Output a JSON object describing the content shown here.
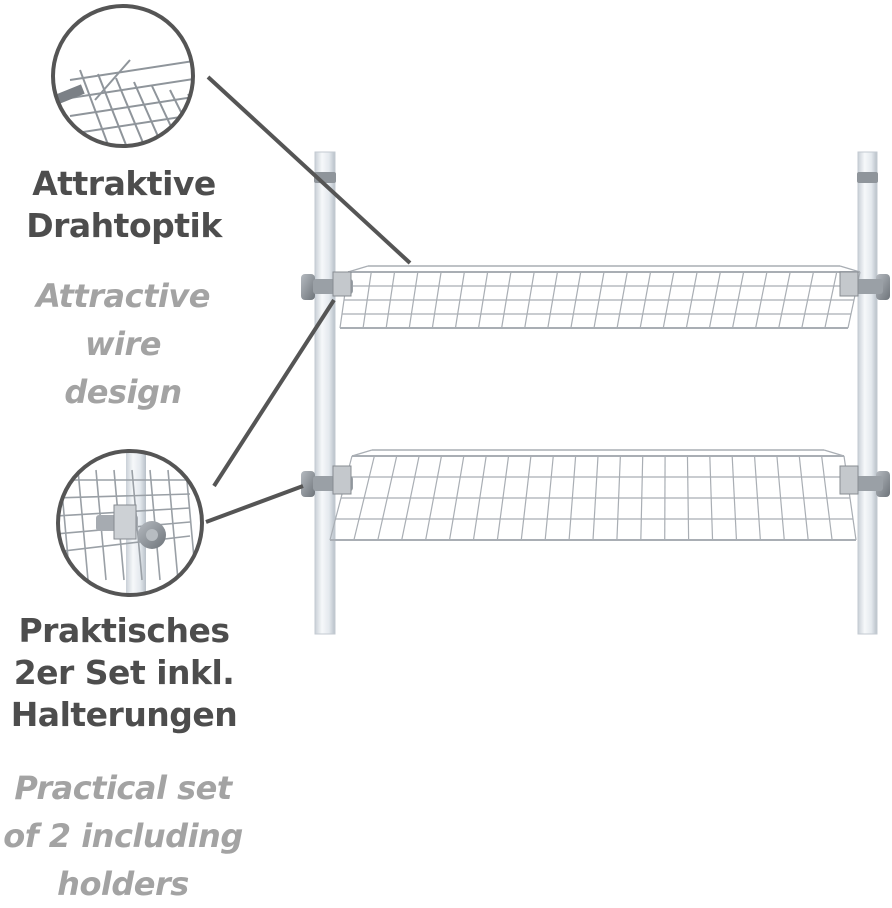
{
  "callouts": [
    {
      "label_de": "Attraktive\nDrahtoptik",
      "label_en": "Attractive wire\ndesign",
      "zoom_subject": "wire-detail"
    },
    {
      "label_de": "Praktisches\n2er Set inkl.\nHalterungen",
      "label_en": "Practical set\nof 2 including\nholders",
      "zoom_subject": "holder-detail"
    }
  ],
  "colors": {
    "heading": "#4d4d4d",
    "subheading": "#a3a3a3",
    "pole": "#e8ecf0",
    "wire": "#a9aeb4",
    "holder": "#8a8f95",
    "leader_line": "#555555"
  }
}
